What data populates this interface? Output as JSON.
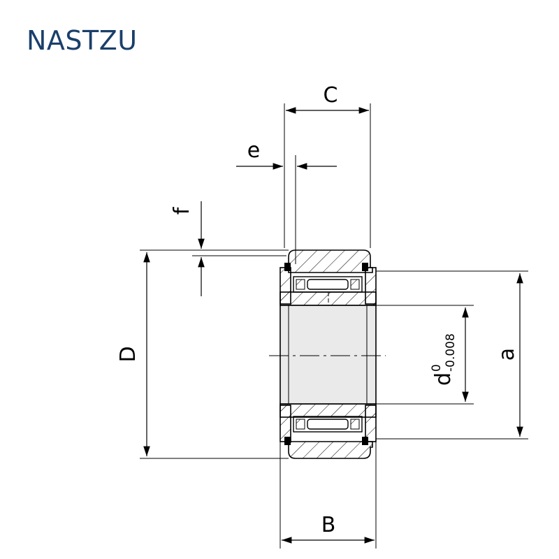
{
  "title": "NASTZU",
  "labels": {
    "C": "C",
    "e": "e",
    "f": "f",
    "D": "D",
    "a": "a",
    "B": "B",
    "d_main": "d",
    "d_upper": "0",
    "d_lower": "-0.008"
  },
  "colors": {
    "title": "#1a3f6b",
    "bore_fill": "#eaeaea",
    "line": "#000000"
  }
}
